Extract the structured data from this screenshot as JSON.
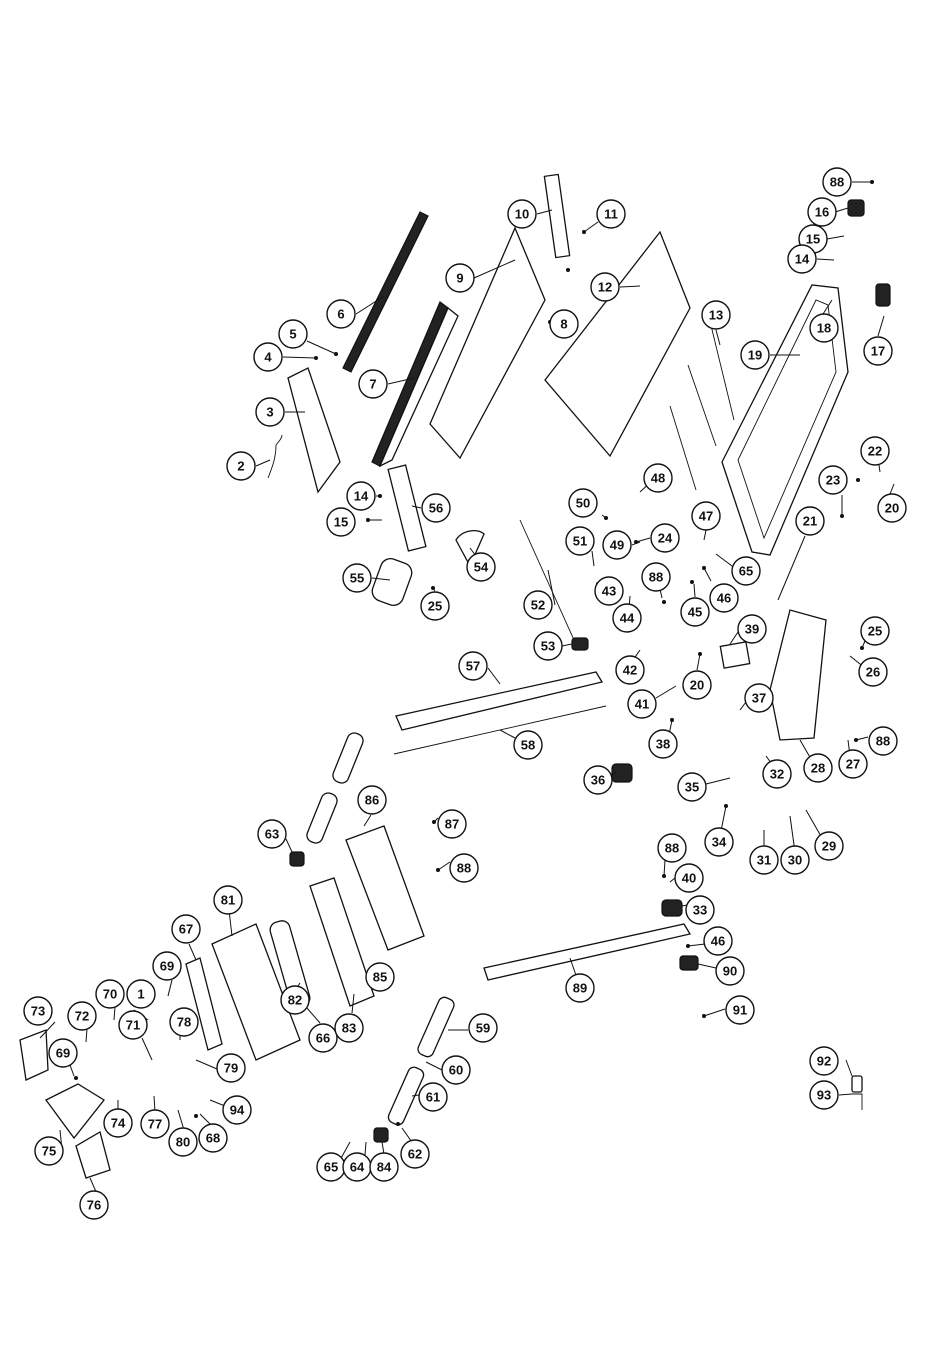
{
  "diagram": {
    "callouts": [
      {
        "id": "c88a",
        "label": "88"
      },
      {
        "id": "c16",
        "label": "16"
      },
      {
        "id": "c15a",
        "label": "15"
      },
      {
        "id": "c14a",
        "label": "14"
      },
      {
        "id": "c11",
        "label": "11"
      },
      {
        "id": "c10",
        "label": "10"
      },
      {
        "id": "c9",
        "label": "9"
      },
      {
        "id": "c12",
        "label": "12"
      },
      {
        "id": "c6",
        "label": "6"
      },
      {
        "id": "c5",
        "label": "5"
      },
      {
        "id": "c4",
        "label": "4"
      },
      {
        "id": "c3",
        "label": "3"
      },
      {
        "id": "c7",
        "label": "7"
      },
      {
        "id": "c8",
        "label": "8"
      },
      {
        "id": "c13",
        "label": "13"
      },
      {
        "id": "c18",
        "label": "18"
      },
      {
        "id": "c19",
        "label": "19"
      },
      {
        "id": "c17",
        "label": "17"
      },
      {
        "id": "c2",
        "label": "2"
      },
      {
        "id": "c14b",
        "label": "14"
      },
      {
        "id": "c15b",
        "label": "15"
      },
      {
        "id": "c56",
        "label": "56"
      },
      {
        "id": "c54",
        "label": "54"
      },
      {
        "id": "c55",
        "label": "55"
      },
      {
        "id": "c25a",
        "label": "25"
      },
      {
        "id": "c50",
        "label": "50"
      },
      {
        "id": "c48",
        "label": "48"
      },
      {
        "id": "c49",
        "label": "49"
      },
      {
        "id": "c24",
        "label": "24"
      },
      {
        "id": "c51",
        "label": "51"
      },
      {
        "id": "c47",
        "label": "47"
      },
      {
        "id": "c23",
        "label": "23"
      },
      {
        "id": "c22",
        "label": "22"
      },
      {
        "id": "c20a",
        "label": "20"
      },
      {
        "id": "c21",
        "label": "21"
      },
      {
        "id": "c43",
        "label": "43"
      },
      {
        "id": "c88b",
        "label": "88"
      },
      {
        "id": "c44",
        "label": "44"
      },
      {
        "id": "c45",
        "label": "45"
      },
      {
        "id": "c46a",
        "label": "46"
      },
      {
        "id": "c65a",
        "label": "65"
      },
      {
        "id": "c52",
        "label": "52"
      },
      {
        "id": "c53",
        "label": "53"
      },
      {
        "id": "c42",
        "label": "42"
      },
      {
        "id": "c39",
        "label": "39"
      },
      {
        "id": "c25b",
        "label": "25"
      },
      {
        "id": "c26",
        "label": "26"
      },
      {
        "id": "c57",
        "label": "57"
      },
      {
        "id": "c20b",
        "label": "20"
      },
      {
        "id": "c41",
        "label": "41"
      },
      {
        "id": "c37",
        "label": "37"
      },
      {
        "id": "c38",
        "label": "38"
      },
      {
        "id": "c58",
        "label": "58"
      },
      {
        "id": "c36",
        "label": "36"
      },
      {
        "id": "c32",
        "label": "32"
      },
      {
        "id": "c28",
        "label": "28"
      },
      {
        "id": "c27",
        "label": "27"
      },
      {
        "id": "c88c",
        "label": "88"
      },
      {
        "id": "c35",
        "label": "35"
      },
      {
        "id": "c86",
        "label": "86"
      },
      {
        "id": "c87",
        "label": "87"
      },
      {
        "id": "c63",
        "label": "63"
      },
      {
        "id": "c34",
        "label": "34"
      },
      {
        "id": "c31",
        "label": "31"
      },
      {
        "id": "c30",
        "label": "30"
      },
      {
        "id": "c29",
        "label": "29"
      },
      {
        "id": "c88d",
        "label": "88"
      },
      {
        "id": "c88e",
        "label": "88"
      },
      {
        "id": "c40",
        "label": "40"
      },
      {
        "id": "c81",
        "label": "81"
      },
      {
        "id": "c33",
        "label": "33"
      },
      {
        "id": "c67",
        "label": "67"
      },
      {
        "id": "c46b",
        "label": "46"
      },
      {
        "id": "c85",
        "label": "85"
      },
      {
        "id": "c90",
        "label": "90"
      },
      {
        "id": "c69a",
        "label": "69"
      },
      {
        "id": "c89",
        "label": "89"
      },
      {
        "id": "c70",
        "label": "70"
      },
      {
        "id": "c1",
        "label": "1"
      },
      {
        "id": "c82",
        "label": "82"
      },
      {
        "id": "c91",
        "label": "91"
      },
      {
        "id": "c73",
        "label": "73"
      },
      {
        "id": "c72",
        "label": "72"
      },
      {
        "id": "c78",
        "label": "78"
      },
      {
        "id": "c71",
        "label": "71"
      },
      {
        "id": "c66",
        "label": "66"
      },
      {
        "id": "c83",
        "label": "83"
      },
      {
        "id": "c59",
        "label": "59"
      },
      {
        "id": "c79",
        "label": "79"
      },
      {
        "id": "c69b",
        "label": "69"
      },
      {
        "id": "c60",
        "label": "60"
      },
      {
        "id": "c74",
        "label": "74"
      },
      {
        "id": "c61",
        "label": "61"
      },
      {
        "id": "c94",
        "label": "94"
      },
      {
        "id": "c77",
        "label": "77"
      },
      {
        "id": "c92",
        "label": "92"
      },
      {
        "id": "c93",
        "label": "93"
      },
      {
        "id": "c75",
        "label": "75"
      },
      {
        "id": "c68",
        "label": "68"
      },
      {
        "id": "c80",
        "label": "80"
      },
      {
        "id": "c62",
        "label": "62"
      },
      {
        "id": "c65b",
        "label": "65"
      },
      {
        "id": "c64",
        "label": "64"
      },
      {
        "id": "c84",
        "label": "84"
      },
      {
        "id": "c76",
        "label": "76"
      }
    ]
  }
}
